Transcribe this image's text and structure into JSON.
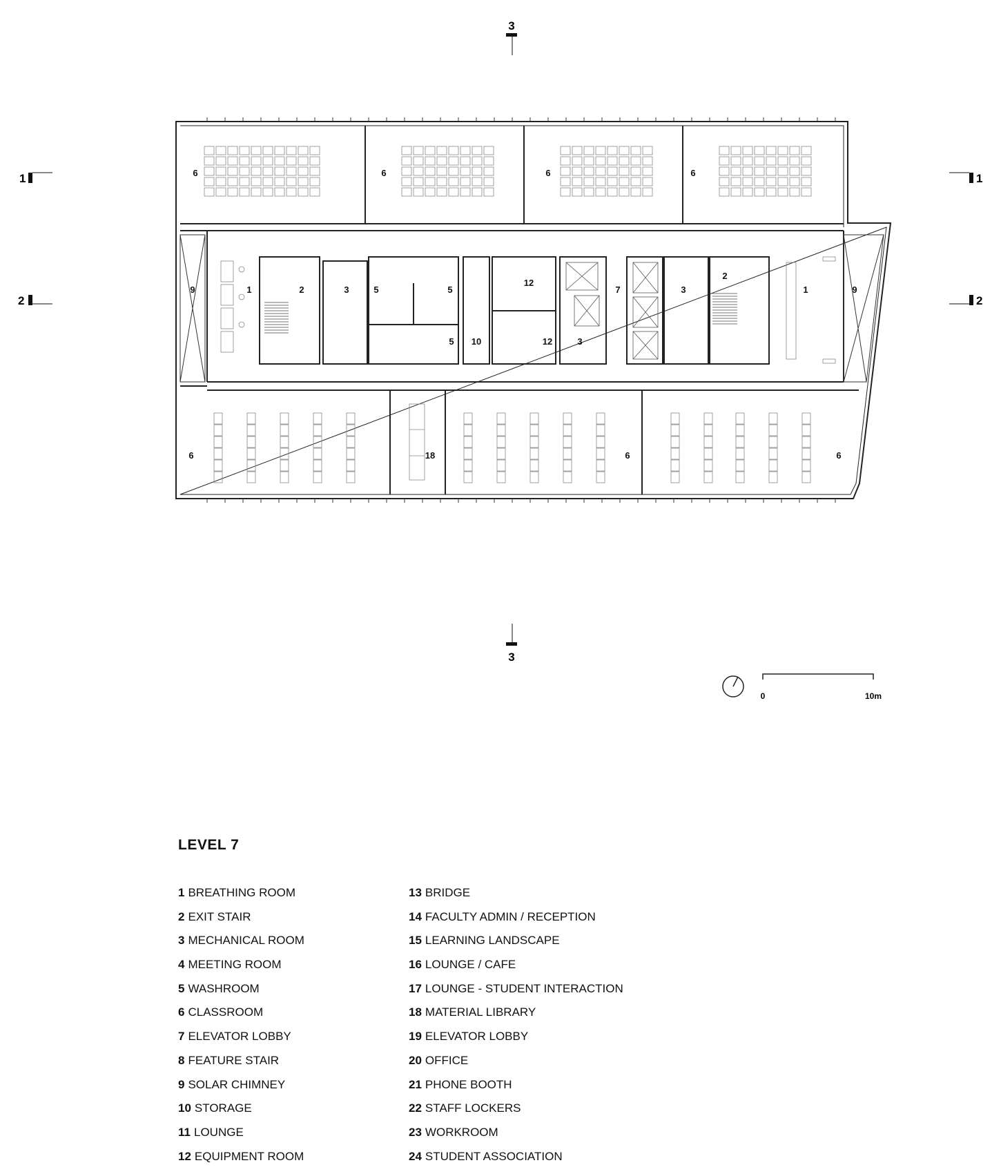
{
  "plan": {
    "section_markers": {
      "s1": "1",
      "s2": "2",
      "s3": "3"
    },
    "rooms": [
      {
        "id": "cr-nw",
        "num": "6"
      },
      {
        "id": "cr-n2",
        "num": "6"
      },
      {
        "id": "cr-n3",
        "num": "6"
      },
      {
        "id": "cr-ne",
        "num": "6"
      },
      {
        "id": "chimney-w",
        "num": "9"
      },
      {
        "id": "breath-w",
        "num": "1"
      },
      {
        "id": "stair-w",
        "num": "2"
      },
      {
        "id": "mech-w",
        "num": "3"
      },
      {
        "id": "wash-a",
        "num": "5"
      },
      {
        "id": "wash-b",
        "num": "5"
      },
      {
        "id": "wash-c",
        "num": "5"
      },
      {
        "id": "storage",
        "num": "10"
      },
      {
        "id": "equip-a",
        "num": "12"
      },
      {
        "id": "equip-b",
        "num": "12"
      },
      {
        "id": "mech-c",
        "num": "3"
      },
      {
        "id": "elev-lobby",
        "num": "7"
      },
      {
        "id": "mech-e",
        "num": "3"
      },
      {
        "id": "stair-e",
        "num": "2"
      },
      {
        "id": "breath-e",
        "num": "1"
      },
      {
        "id": "chimney-e",
        "num": "9"
      },
      {
        "id": "cr-sw",
        "num": "6"
      },
      {
        "id": "matlib",
        "num": "18"
      },
      {
        "id": "cr-s2",
        "num": "6"
      },
      {
        "id": "cr-se",
        "num": "6"
      }
    ],
    "scale_bar": {
      "start": "0",
      "end": "10m"
    },
    "north_arrow": "north-arrow-icon"
  },
  "legend": {
    "title": "LEVEL 7",
    "left": [
      {
        "num": "1",
        "label": "BREATHING ROOM"
      },
      {
        "num": "2",
        "label": "EXIT STAIR"
      },
      {
        "num": "3",
        "label": "MECHANICAL ROOM"
      },
      {
        "num": "4",
        "label": "MEETING ROOM"
      },
      {
        "num": "5",
        "label": "WASHROOM"
      },
      {
        "num": "6",
        "label": "CLASSROOM"
      },
      {
        "num": "7",
        "label": "ELEVATOR LOBBY"
      },
      {
        "num": "8",
        "label": "FEATURE STAIR"
      },
      {
        "num": "9",
        "label": "SOLAR CHIMNEY"
      },
      {
        "num": "10",
        "label": "STORAGE"
      },
      {
        "num": "11",
        "label": "LOUNGE"
      },
      {
        "num": "12",
        "label": "EQUIPMENT ROOM"
      }
    ],
    "right": [
      {
        "num": "13",
        "label": "BRIDGE"
      },
      {
        "num": "14",
        "label": "FACULTY ADMIN / RECEPTION"
      },
      {
        "num": "15",
        "label": "LEARNING LANDSCAPE"
      },
      {
        "num": "16",
        "label": "LOUNGE / CAFE"
      },
      {
        "num": "17",
        "label": "LOUNGE - STUDENT INTERACTION"
      },
      {
        "num": "18",
        "label": "MATERIAL LIBRARY"
      },
      {
        "num": "19",
        "label": "ELEVATOR LOBBY"
      },
      {
        "num": "20",
        "label": "OFFICE"
      },
      {
        "num": "21",
        "label": "PHONE BOOTH"
      },
      {
        "num": "22",
        "label": "STAFF LOCKERS"
      },
      {
        "num": "23",
        "label": "WORKROOM"
      },
      {
        "num": "24",
        "label": "STUDENT ASSOCIATION"
      }
    ]
  }
}
